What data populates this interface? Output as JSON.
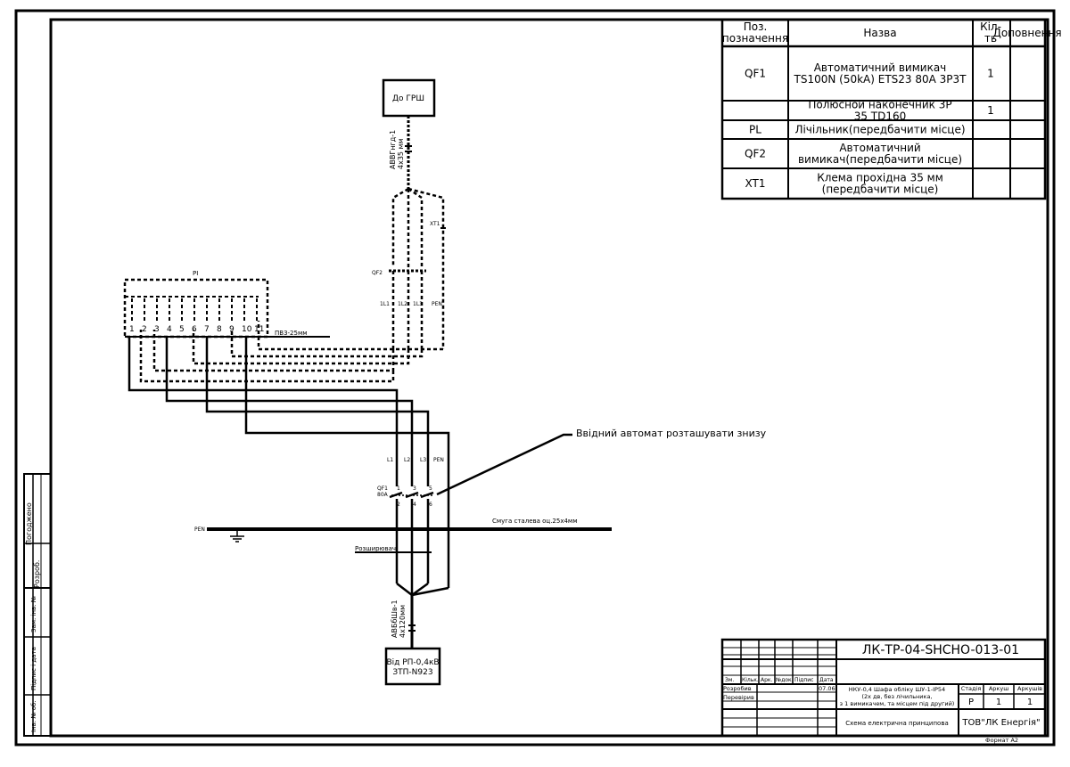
{
  "spec_table": {
    "headers": [
      "Поз.\nпозначення",
      "Назва",
      "Кіл-\nть",
      "Доповнення"
    ],
    "rows": [
      {
        "pos": "QF1",
        "name": "Автоматичний вимикач\nTS100N (50kA) ETS23 80A 3P3T",
        "qty": "1",
        "note": ""
      },
      {
        "pos": "",
        "name": "Полюсной наконечник 3P\n35 TD160",
        "qty": "1",
        "note": ""
      },
      {
        "pos": "PL",
        "name": "Лічільник(передбачити місце)",
        "qty": "",
        "note": ""
      },
      {
        "pos": "QF2",
        "name": "Автоматичний\nвимикач(передбачити місце)",
        "qty": "",
        "note": ""
      },
      {
        "pos": "XT1",
        "name": "Клема прохідна 35 мм\n(передбачити місце)",
        "qty": "",
        "note": ""
      }
    ]
  },
  "diagram": {
    "top_box": "До ГРШ",
    "top_cable": "АВВГнгд-1\n4х35 мм",
    "xt1": "XT1",
    "qf2": "QF2",
    "phase_labels_top": [
      "1L1",
      "1L2",
      "1L3",
      "PEN"
    ],
    "meter_label": "PI",
    "meter_terminals": [
      "1",
      "2",
      "3",
      "4",
      "5",
      "6",
      "7",
      "8",
      "9",
      "10",
      "11"
    ],
    "wire_label": "ПВ3-25мм",
    "note": "Ввідний автомат розташувати знизу",
    "phase_labels_bottom": [
      "L1",
      "L2",
      "L3",
      "PEN"
    ],
    "qf1": "QF1\n80A",
    "qf1_pins_top": [
      "1",
      "3",
      "5"
    ],
    "qf1_pins_bottom": [
      "2",
      "4",
      "6"
    ],
    "pen_label": "PEN",
    "strip_label": "Смуга сталева оц.25х4мм",
    "expander_label": "Розширювач",
    "bottom_cable": "АВБбШв-1\n4х120мм",
    "bottom_box": "Від РП-0,4кВ\nЗТП-N923"
  },
  "side_stamp": {
    "labels": [
      "Погоджено",
      "Розроб.",
      "Зам. інв. №",
      "Підпис і дата",
      "Інв. № об."
    ]
  },
  "title_block": {
    "doc_code": "ЛК-ТР-04-SHCHO-013-01",
    "col_headers": [
      "Зм.",
      "Кільк.",
      "Арк.",
      "№док.",
      "Підпис",
      "Дата"
    ],
    "row_roles": [
      "Розробив",
      "Перевірив"
    ],
    "date": "07.06",
    "description": "НКУ-0,4 Шафа обліку ШУ-1-IP54\n(2х дв, без лічильника,\nз 1 вимикачем, та місцем під другий)",
    "stage_headers": [
      "Стадія",
      "Аркуш",
      "Аркушів"
    ],
    "stage_values": [
      "Р",
      "1",
      "1"
    ],
    "scheme_name": "Схема електрична принципова",
    "company": "ТОВ\"ЛК Енергія\"",
    "format": "Формат А2"
  }
}
